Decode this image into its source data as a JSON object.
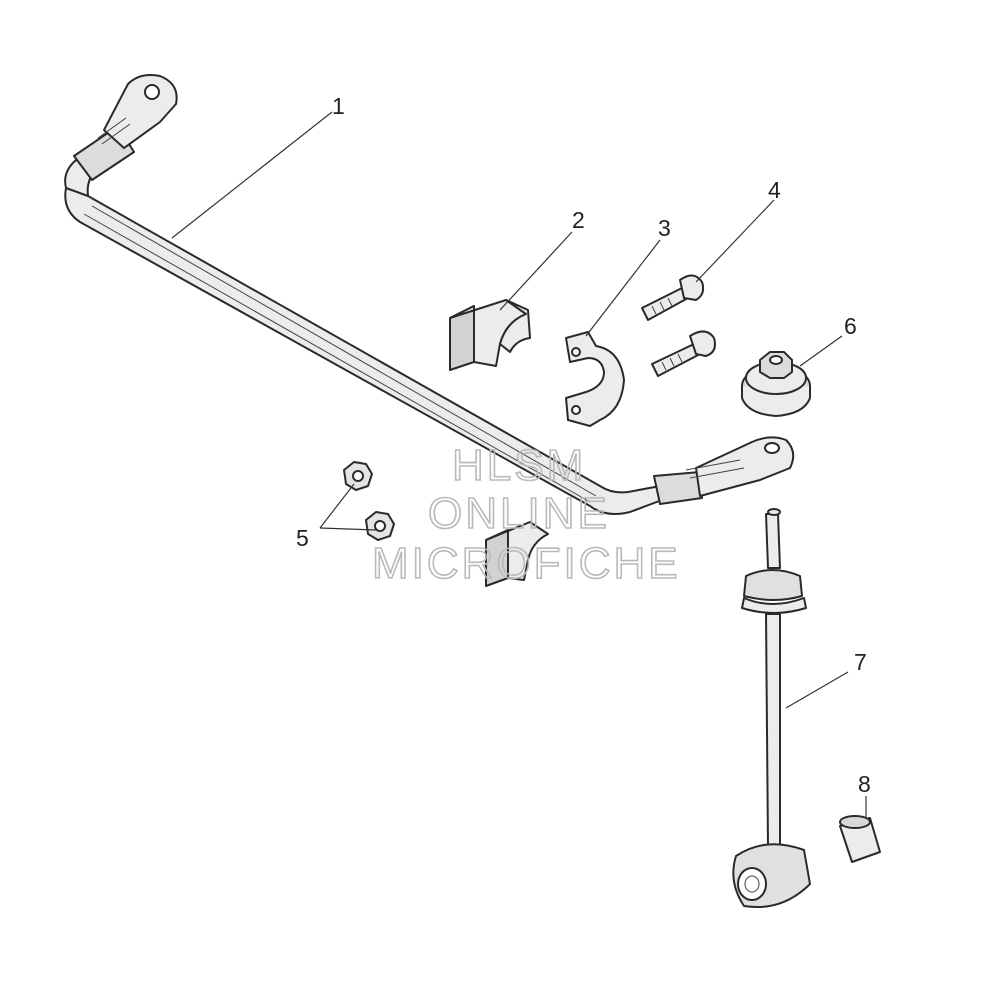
{
  "callouts": [
    {
      "id": "1",
      "label": "1"
    },
    {
      "id": "2",
      "label": "2"
    },
    {
      "id": "3",
      "label": "3"
    },
    {
      "id": "4",
      "label": "4"
    },
    {
      "id": "5",
      "label": "5"
    },
    {
      "id": "6",
      "label": "6"
    },
    {
      "id": "7",
      "label": "7"
    },
    {
      "id": "8",
      "label": "8"
    }
  ],
  "watermark": {
    "line1": "HLSM",
    "line2": "ONLINE",
    "line3": "MICROFICHE"
  },
  "colors": {
    "part_fill": "#ececec",
    "part_shade": "#c9c9c9",
    "outline": "#2a2a2a",
    "watermark": "#b9b9b9"
  }
}
